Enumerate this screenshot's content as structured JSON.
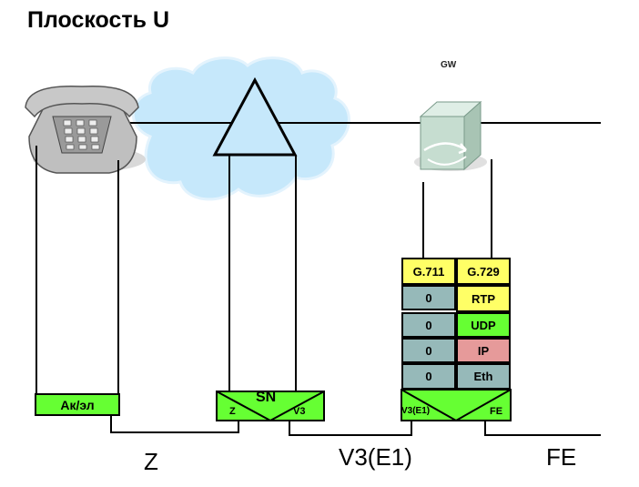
{
  "title": "Плоскость U",
  "gw_label": "GW",
  "interfaces": {
    "z": "Z",
    "v3": "V3(E1)",
    "fe": "FE"
  },
  "ak_el": "Ак/эл",
  "sn": {
    "label": "SN",
    "left_port": "Z",
    "right_port": "V3"
  },
  "gw_bottom": {
    "left_port": "V3(E1)",
    "right_port": "FE"
  },
  "codecs": {
    "g711": "G.711",
    "g729": "G.729"
  },
  "stack": {
    "left": [
      "0",
      "0",
      "0",
      "0"
    ],
    "right": [
      "RTP",
      "UDP",
      "IP",
      "Eth"
    ]
  },
  "colors": {
    "yellow": "#ffff66",
    "teal": "#96b9b9",
    "green": "#66ff33",
    "pink": "#e69a9a",
    "cloud": "#c6e8fb"
  },
  "icons": [
    "telephone-icon",
    "cloud-icon",
    "switch-triangle-icon",
    "gateway-server-icon"
  ]
}
